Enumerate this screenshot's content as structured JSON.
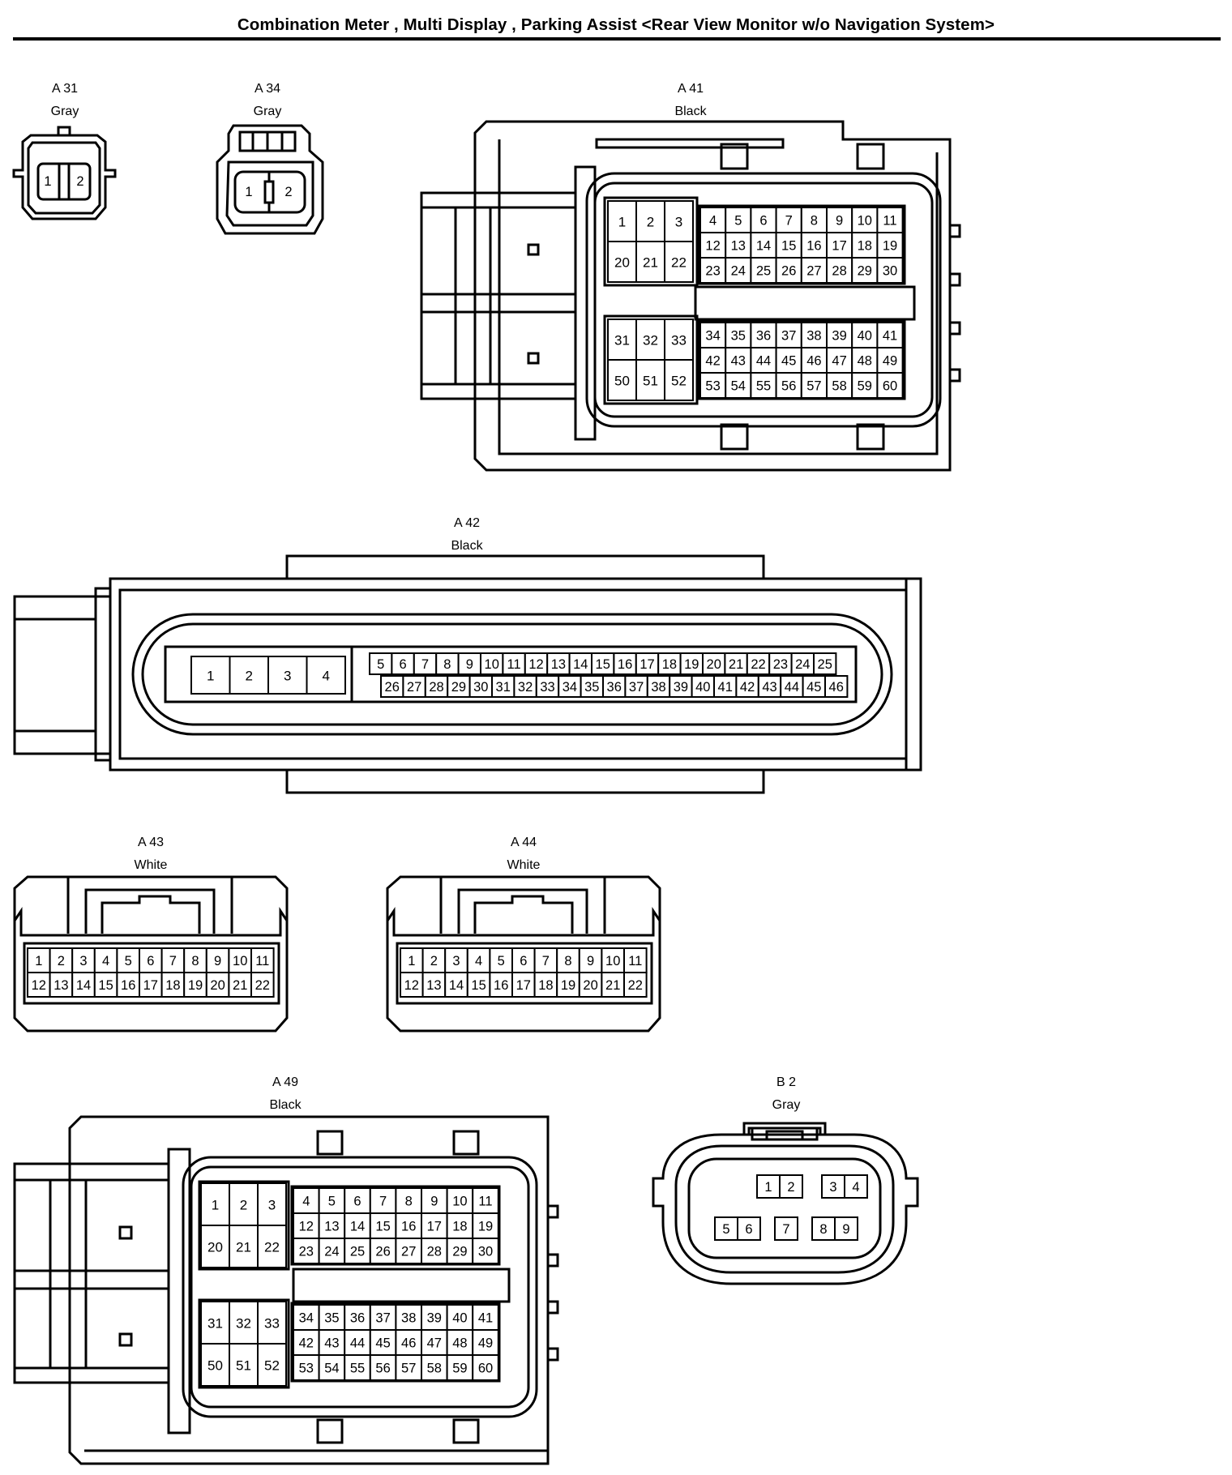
{
  "title": "Combination Meter , Multi Display , Parking Assist <Rear View Monitor w/o Navigation System>",
  "connectors": {
    "a31": {
      "name": "A 31",
      "color": "Gray",
      "pins": [
        "1",
        "2"
      ]
    },
    "a34": {
      "name": "A 34",
      "color": "Gray",
      "pins": [
        "1",
        "2"
      ]
    },
    "a41": {
      "name": "A 41",
      "color": "Black",
      "pins_top_left": [
        [
          "1",
          "2",
          "3"
        ],
        [
          "20",
          "21",
          "22"
        ]
      ],
      "pins_top_right": [
        [
          "4",
          "5",
          "6",
          "7",
          "8",
          "9",
          "10",
          "11"
        ],
        [
          "12",
          "13",
          "14",
          "15",
          "16",
          "17",
          "18",
          "19"
        ],
        [
          "23",
          "24",
          "25",
          "26",
          "27",
          "28",
          "29",
          "30"
        ]
      ],
      "pins_bottom_left": [
        [
          "31",
          "32",
          "33"
        ],
        [
          "50",
          "51",
          "52"
        ]
      ],
      "pins_bottom_right": [
        [
          "34",
          "35",
          "36",
          "37",
          "38",
          "39",
          "40",
          "41"
        ],
        [
          "42",
          "43",
          "44",
          "45",
          "46",
          "47",
          "48",
          "49"
        ],
        [
          "53",
          "54",
          "55",
          "56",
          "57",
          "58",
          "59",
          "60"
        ]
      ]
    },
    "a42": {
      "name": "A 42",
      "color": "Black",
      "pins_left": [
        "1",
        "2",
        "3",
        "4"
      ],
      "pins_row1": [
        "5",
        "6",
        "7",
        "8",
        "9",
        "10",
        "11",
        "12",
        "13",
        "14",
        "15",
        "16",
        "17",
        "18",
        "19",
        "20",
        "21",
        "22",
        "23",
        "24",
        "25"
      ],
      "pins_row2": [
        "26",
        "27",
        "28",
        "29",
        "30",
        "31",
        "32",
        "33",
        "34",
        "35",
        "36",
        "37",
        "38",
        "39",
        "40",
        "41",
        "42",
        "43",
        "44",
        "45",
        "46"
      ]
    },
    "a43": {
      "name": "A 43",
      "color": "White",
      "pins_row1": [
        "1",
        "2",
        "3",
        "4",
        "5",
        "6",
        "7",
        "8",
        "9",
        "10",
        "11"
      ],
      "pins_row2": [
        "12",
        "13",
        "14",
        "15",
        "16",
        "17",
        "18",
        "19",
        "20",
        "21",
        "22"
      ]
    },
    "a44": {
      "name": "A 44",
      "color": "White",
      "pins_row1": [
        "1",
        "2",
        "3",
        "4",
        "5",
        "6",
        "7",
        "8",
        "9",
        "10",
        "11"
      ],
      "pins_row2": [
        "12",
        "13",
        "14",
        "15",
        "16",
        "17",
        "18",
        "19",
        "20",
        "21",
        "22"
      ]
    },
    "a49": {
      "name": "A 49",
      "color": "Black",
      "pins_top_left": [
        [
          "1",
          "2",
          "3"
        ],
        [
          "20",
          "21",
          "22"
        ]
      ],
      "pins_top_right": [
        [
          "4",
          "5",
          "6",
          "7",
          "8",
          "9",
          "10",
          "11"
        ],
        [
          "12",
          "13",
          "14",
          "15",
          "16",
          "17",
          "18",
          "19"
        ],
        [
          "23",
          "24",
          "25",
          "26",
          "27",
          "28",
          "29",
          "30"
        ]
      ],
      "pins_bottom_left": [
        [
          "31",
          "32",
          "33"
        ],
        [
          "50",
          "51",
          "52"
        ]
      ],
      "pins_bottom_right": [
        [
          "34",
          "35",
          "36",
          "37",
          "38",
          "39",
          "40",
          "41"
        ],
        [
          "42",
          "43",
          "44",
          "45",
          "46",
          "47",
          "48",
          "49"
        ],
        [
          "53",
          "54",
          "55",
          "56",
          "57",
          "58",
          "59",
          "60"
        ]
      ]
    },
    "b2": {
      "name": "B 2",
      "color": "Gray",
      "pins": [
        "1",
        "2",
        "3",
        "4",
        "5",
        "6",
        "7",
        "8",
        "9"
      ]
    }
  }
}
